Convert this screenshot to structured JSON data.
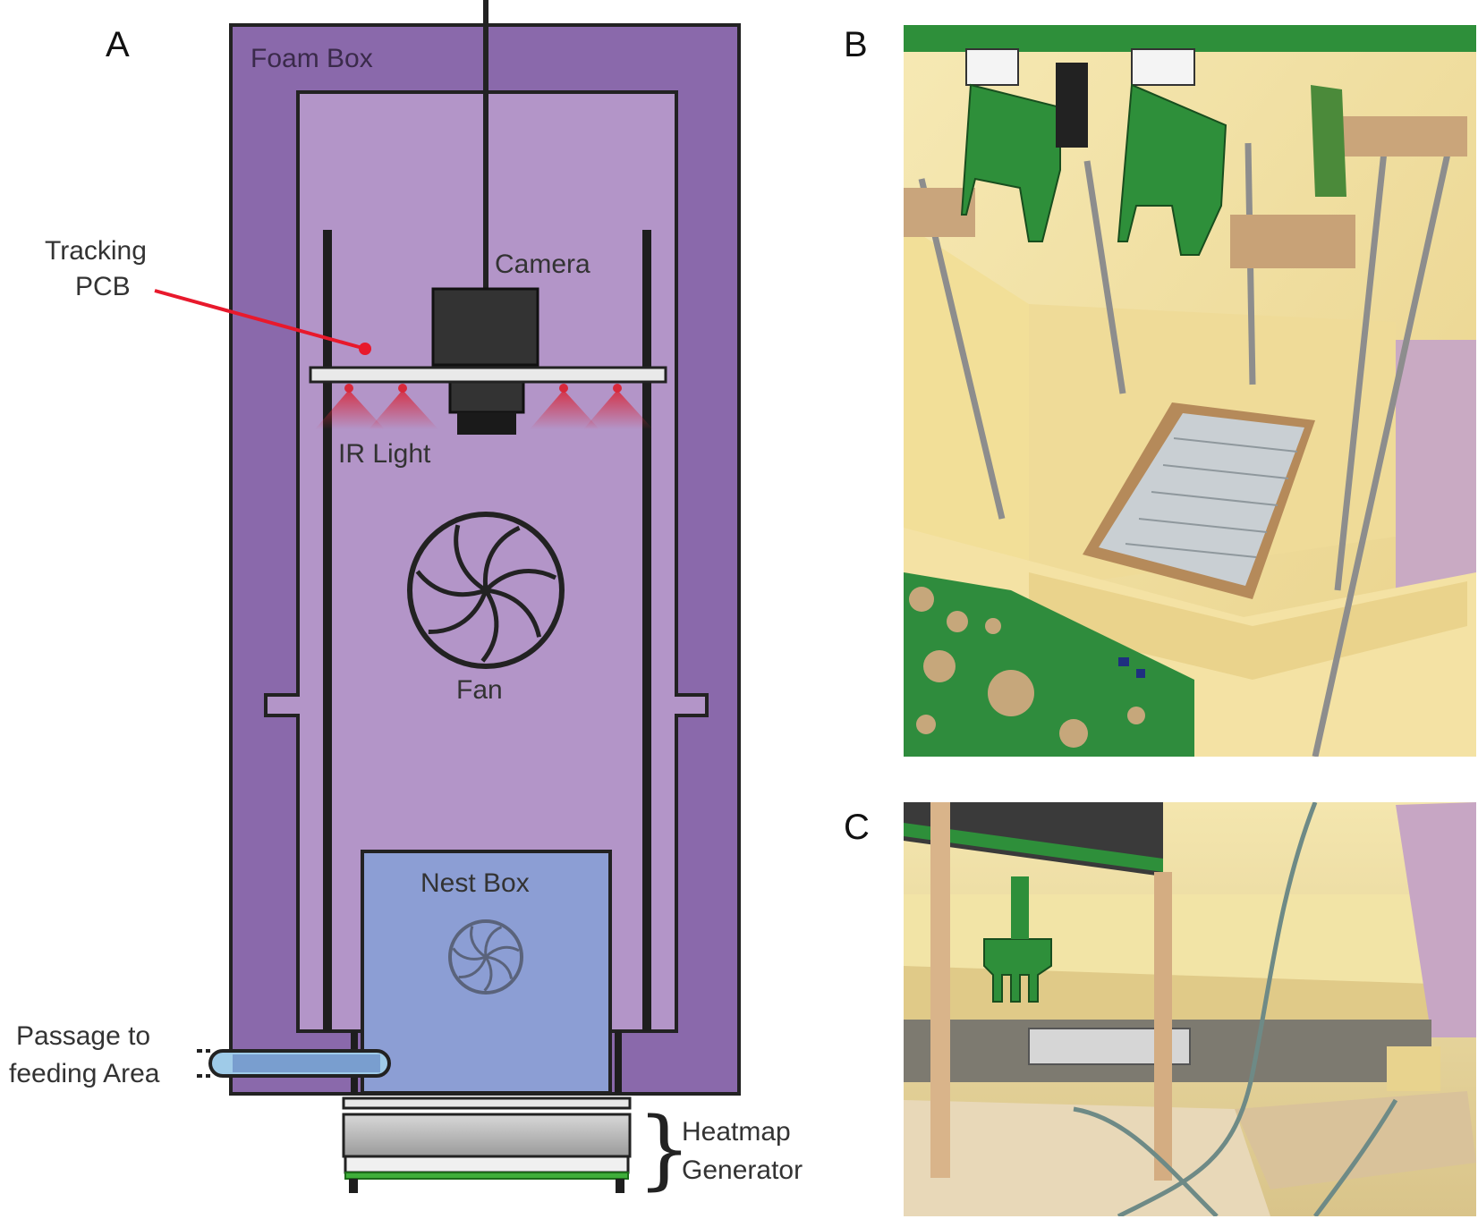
{
  "panels": {
    "a": {
      "letter": "A"
    },
    "b": {
      "letter": "B"
    },
    "c": {
      "letter": "C"
    }
  },
  "labels": {
    "foam_box": "Foam Box",
    "tracking_pcb_line1": "Tracking",
    "tracking_pcb_line2": "PCB",
    "camera": "Camera",
    "ir_light": "IR Light",
    "fan": "Fan",
    "nest_box": "Nest Box",
    "passage_line1": "Passage to",
    "passage_line2": "feeding Area",
    "heatmap_line1": "Heatmap",
    "heatmap_line2": "Generator"
  },
  "colors": {
    "foam_outer": "#8a69ab",
    "foam_inner": "#b395c8",
    "nest_box": "#8c9ed4",
    "passage": "#9fcbe8",
    "pcb_pointer": "#e8192c",
    "ir_glow": "#d8293b",
    "camera": "#333333",
    "heat_green": "#3fae3a",
    "photo_wall": "#f1df9c",
    "photo_pcb": "#2e8f3a"
  }
}
